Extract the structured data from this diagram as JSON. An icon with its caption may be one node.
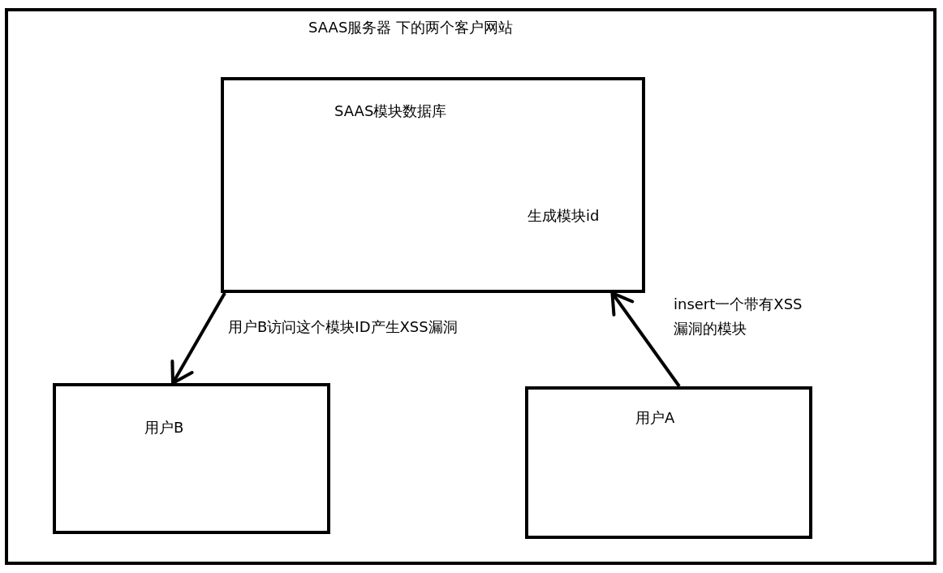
{
  "diagram": {
    "nodes": [
      {
        "text": [
          "SAAS服务器 下的两个客户网站"
        ]
      },
      {
        "text": [
          "SAAS模块数据库",
          "生成模块id"
        ],
        "in": 0
      },
      {
        "text": [
          "用户B"
        ],
        "in": 0
      },
      {
        "text": [
          "用户A"
        ],
        "in": 0
      }
    ],
    "edges": [
      {
        "from": 1,
        "to": 2,
        "arrow": "to",
        "label": "用户B访问这个模块ID产生XSS漏洞"
      },
      {
        "from": 3,
        "to": 1,
        "arrow": "to",
        "label": "insert一个带有XSS漏洞的模块"
      }
    ]
  }
}
